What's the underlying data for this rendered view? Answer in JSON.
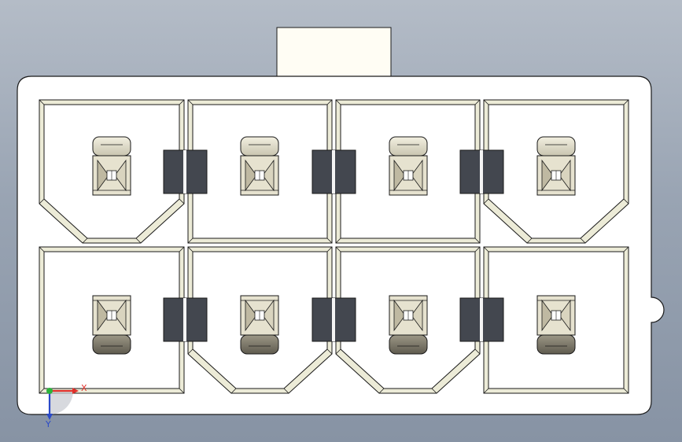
{
  "scene": {
    "background_top": "#b4bcc7",
    "background_bottom": "#8793a4",
    "part_fill": "#ffffff",
    "latch_fill": "#fffdf4",
    "edge_color": "#1a1a1a",
    "bevel_color": "#ecebd7",
    "slot_color": "#43474f",
    "pin_metal_light": "#e6e2cf",
    "pin_metal_dark": "#6e6a5c"
  },
  "connector": {
    "rows": 2,
    "columns": 4,
    "cavity_count": 8
  },
  "triad": {
    "x_label": "X",
    "y_label": "Y",
    "x_color": "#e0302a",
    "y_color": "#2a49c8",
    "z_color": "#2bb33a"
  }
}
